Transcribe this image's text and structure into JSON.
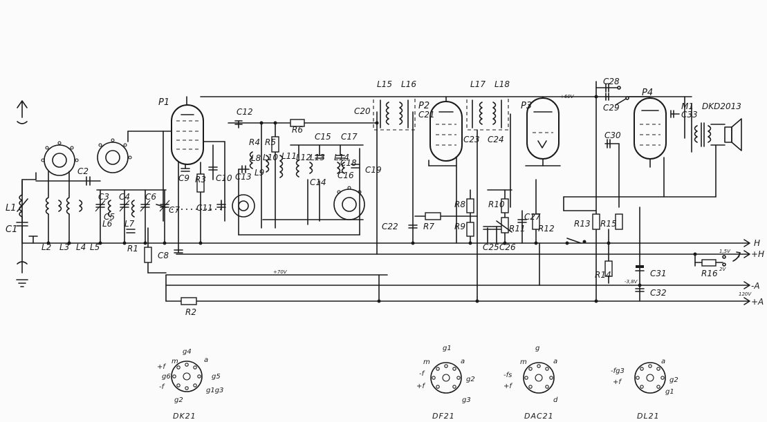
{
  "components": {
    "tubes": [
      "P1",
      "P2",
      "P3",
      "P4"
    ],
    "capacitors": [
      "C1",
      "C2",
      "C3",
      "C4",
      "C5",
      "C6",
      "C7",
      "C8",
      "C9",
      "C10",
      "C11",
      "C12",
      "C13",
      "C14",
      "C15",
      "C16",
      "C17",
      "C18",
      "C19",
      "C20",
      "C21",
      "C22",
      "C23",
      "C24",
      "C25",
      "C26",
      "C27",
      "C28",
      "C29",
      "C30",
      "C31",
      "C32",
      "C33"
    ],
    "coils": [
      "L1",
      "L2",
      "L3",
      "L4",
      "L5",
      "L6",
      "L7",
      "L8",
      "L9",
      "L10",
      "L11",
      "L12",
      "L13",
      "L14",
      "L15",
      "L16",
      "L17",
      "L18"
    ],
    "resistors": [
      "R1",
      "R2",
      "R3",
      "R4",
      "R5",
      "R6",
      "R7",
      "R8",
      "R9",
      "R10",
      "R11",
      "R12",
      "R13",
      "R14",
      "R15",
      "R16"
    ],
    "transformer": "M1",
    "loudspeaker": "DKD2013"
  },
  "voltages": {
    "v60": "+60V",
    "v70": "+70V",
    "v120": "120V",
    "vneg38": "-3,8V",
    "v15": "1,5V",
    "v2": "2V"
  },
  "terminals": {
    "h1": "H",
    "h2": "+H",
    "a1": "-A",
    "a2": "+A"
  },
  "pin_labels": [
    "g4",
    "m",
    "a",
    "g5",
    "+f",
    "g6",
    "-f",
    "g2",
    "g1g3",
    "g1",
    "g3",
    "g",
    "d",
    "-fs",
    "+f",
    "-fg3",
    "g2",
    "g1"
  ],
  "tube_types": [
    "DK21",
    "DF21",
    "DAC21",
    "DL21"
  ]
}
